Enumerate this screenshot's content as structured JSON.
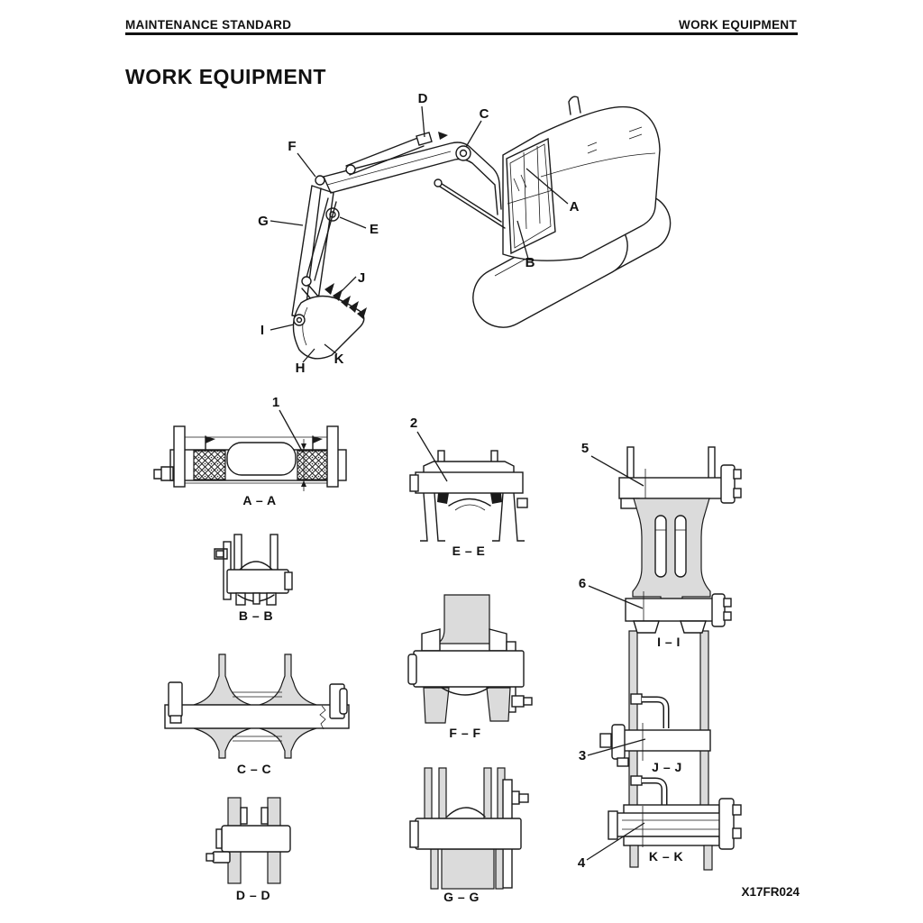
{
  "header": {
    "left_title": "MAINTENANCE STANDARD",
    "right_title": "WORK EQUIPMENT"
  },
  "page": {
    "title": "WORK EQUIPMENT",
    "figure_code": "X17FR024"
  },
  "machine": {
    "part_labels": [
      "A",
      "B",
      "C",
      "D",
      "E",
      "F",
      "G",
      "H",
      "I",
      "J",
      "K"
    ]
  },
  "sections": {
    "aa": "A – A",
    "bb": "B – B",
    "cc": "C – C",
    "dd": "D – D",
    "ee": "E – E",
    "ff": "F – F",
    "gg": "G – G",
    "ii": "I – I",
    "jj": "J – J",
    "kk": "K – K"
  },
  "callouts": {
    "c1": "1",
    "c2": "2",
    "c3": "3",
    "c4": "4",
    "c5": "5",
    "c6": "6"
  }
}
